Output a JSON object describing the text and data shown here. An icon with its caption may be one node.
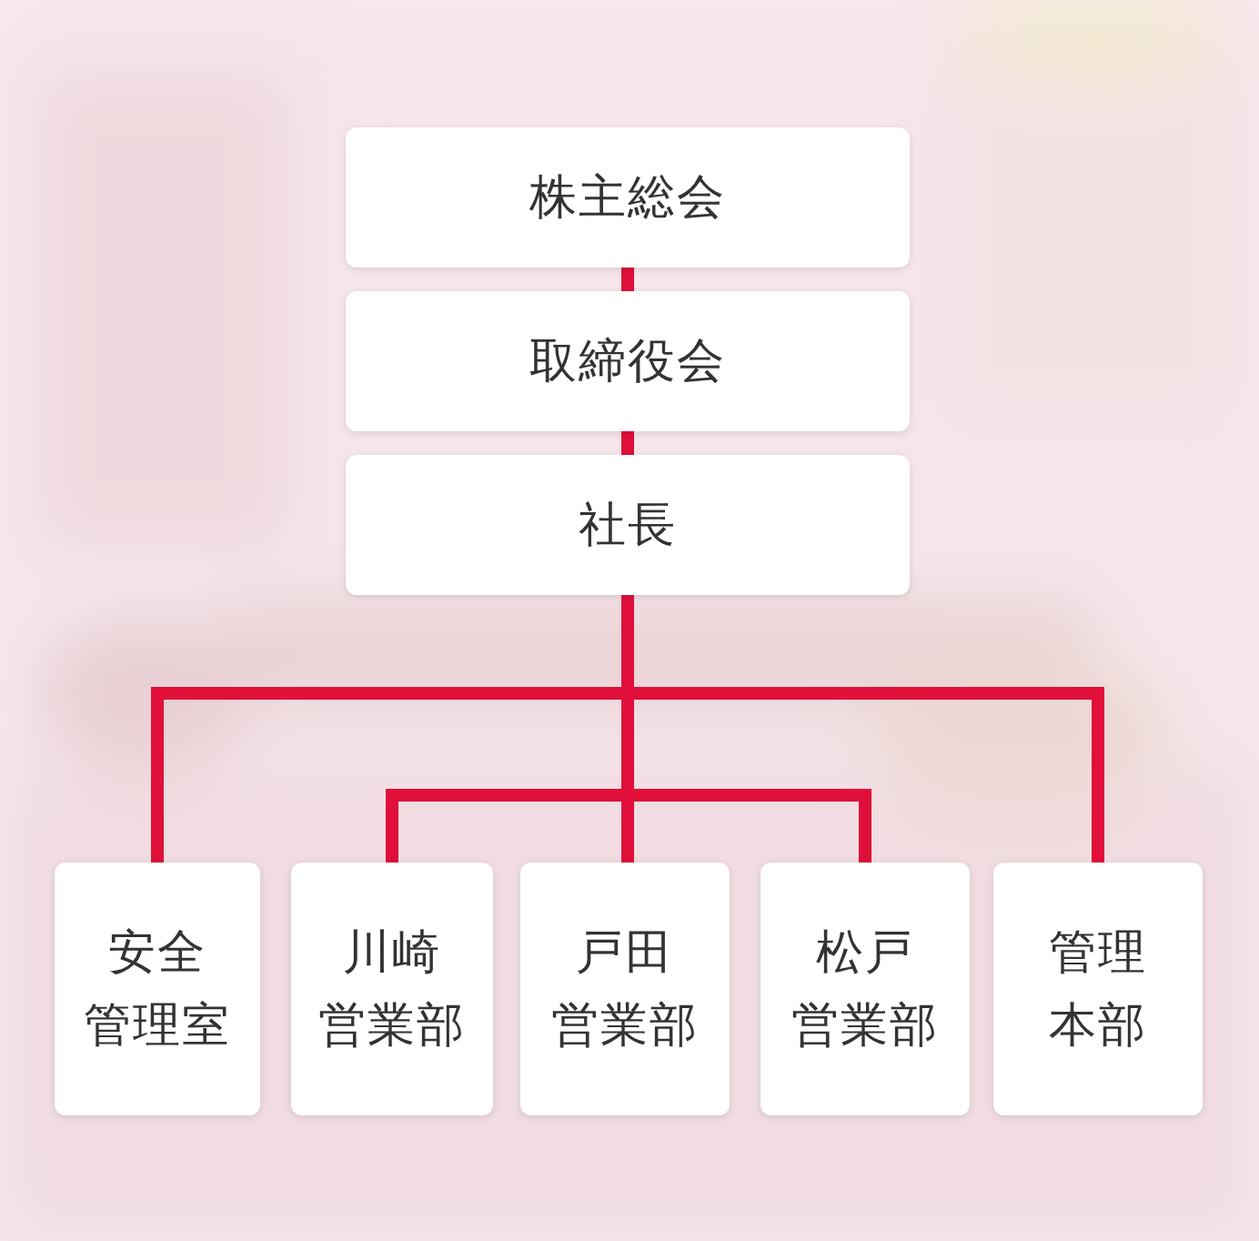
{
  "diagram": {
    "nodes": [
      {
        "text": [
          "株主総会"
        ]
      },
      {
        "text": [
          "取締役会"
        ]
      },
      {
        "text": [
          "社長"
        ]
      },
      {
        "text": [
          "安全管理室"
        ]
      },
      {
        "text": [
          "川崎営業部"
        ]
      },
      {
        "text": [
          "戸田営業部"
        ]
      },
      {
        "text": [
          "松戸営業部"
        ]
      },
      {
        "text": [
          "管理本部"
        ]
      }
    ],
    "edges": [
      {
        "from": 0,
        "to": 1,
        "arrow": "none"
      },
      {
        "from": 1,
        "to": 2,
        "arrow": "none"
      },
      {
        "from": 2,
        "to": 3,
        "arrow": "none"
      },
      {
        "from": 2,
        "to": 4,
        "arrow": "none"
      },
      {
        "from": 2,
        "to": 5,
        "arrow": "none"
      },
      {
        "from": 2,
        "to": 6,
        "arrow": "none"
      },
      {
        "from": 2,
        "to": 7,
        "arrow": "none"
      }
    ]
  }
}
